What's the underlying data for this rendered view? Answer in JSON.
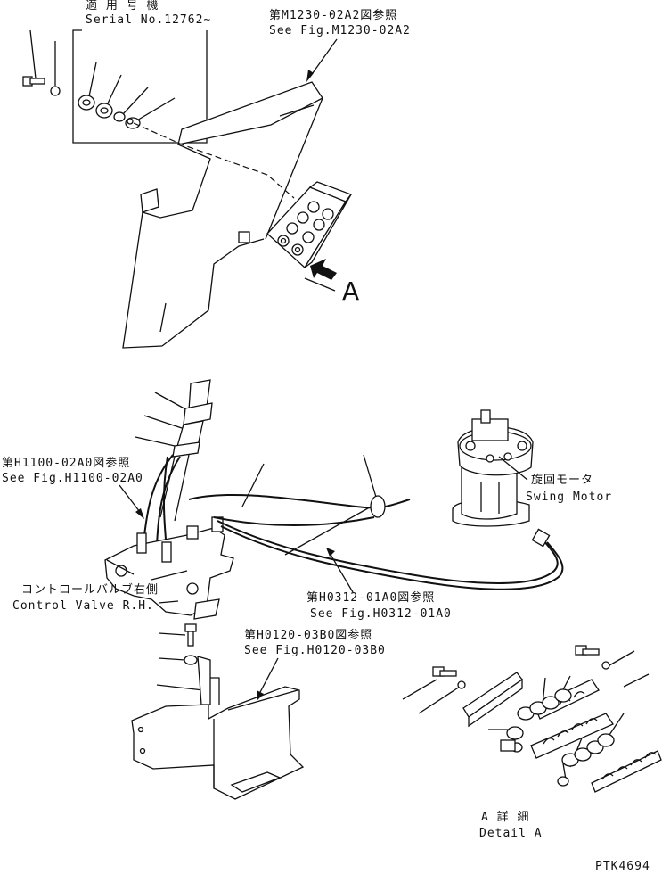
{
  "labels": {
    "serial_jp": "適 用 号 機",
    "serial_en": "Serial No.12762~",
    "ref_m1230_jp": "第M1230-02A2図参照",
    "ref_m1230_en": "See Fig.M1230-02A2",
    "view_a": "A",
    "ref_h1100_jp": "第H1100-02A0図参照",
    "ref_h1100_en": "See Fig.H1100-02A0",
    "swing_motor_jp": "旋回モータ",
    "swing_motor_en": "Swing Motor",
    "control_valve_jp": "コントロールバルブ右側",
    "control_valve_en": "Control Valve R.H.",
    "ref_h0312_jp": "第H0312-01A0図参照",
    "ref_h0312_en": "See Fig.H0312-01A0",
    "ref_h0120_jp": "第H0120-03B0図参照",
    "ref_h0120_en": "See Fig.H0120-03B0",
    "detail_a_jp": "A 詳 細",
    "detail_a_en": "Detail A",
    "drawing_no": "PTK4694"
  }
}
